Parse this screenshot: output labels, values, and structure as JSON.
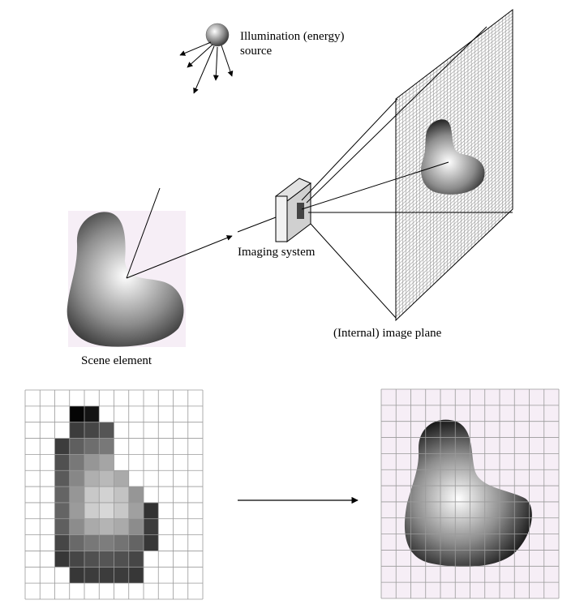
{
  "labels": {
    "illumination_line1": "Illumination (energy)",
    "illumination_line2": "source",
    "imaging_system": "Imaging system",
    "image_plane": "(Internal) image plane",
    "scene_element": "Scene element"
  },
  "pixel_grid": {
    "rows": 13,
    "cols": 12,
    "cells": [
      [
        null,
        null,
        null,
        null,
        null,
        null,
        null,
        null,
        null,
        null,
        null,
        null
      ],
      [
        null,
        null,
        null,
        5,
        20,
        null,
        null,
        null,
        null,
        null,
        null,
        null
      ],
      [
        null,
        null,
        null,
        60,
        70,
        85,
        null,
        null,
        null,
        null,
        null,
        null
      ],
      [
        null,
        null,
        60,
        95,
        110,
        120,
        null,
        null,
        null,
        null,
        null,
        null
      ],
      [
        null,
        null,
        80,
        120,
        150,
        165,
        null,
        null,
        null,
        null,
        null,
        null
      ],
      [
        null,
        null,
        90,
        135,
        175,
        185,
        170,
        null,
        null,
        null,
        null,
        null
      ],
      [
        null,
        null,
        100,
        150,
        200,
        210,
        195,
        150,
        null,
        null,
        null,
        null
      ],
      [
        null,
        null,
        100,
        155,
        205,
        215,
        200,
        160,
        50,
        null,
        null,
        null
      ],
      [
        null,
        null,
        95,
        140,
        170,
        180,
        170,
        140,
        60,
        null,
        null,
        null
      ],
      [
        null,
        null,
        70,
        105,
        120,
        125,
        115,
        100,
        55,
        null,
        null,
        null
      ],
      [
        null,
        null,
        55,
        70,
        80,
        85,
        80,
        70,
        null,
        null,
        null,
        null
      ],
      [
        null,
        null,
        null,
        55,
        60,
        60,
        60,
        55,
        null,
        null,
        null,
        null
      ],
      [
        null,
        null,
        null,
        null,
        null,
        null,
        null,
        null,
        null,
        null,
        null,
        null
      ]
    ]
  },
  "colors": {
    "grid_line": "#9a9a9a",
    "outline": "#000000",
    "box_front": "#f2f2f2",
    "box_side": "#d0d0d0",
    "box_top": "#e2e2e2",
    "bg_tint": "#f6eef6"
  }
}
